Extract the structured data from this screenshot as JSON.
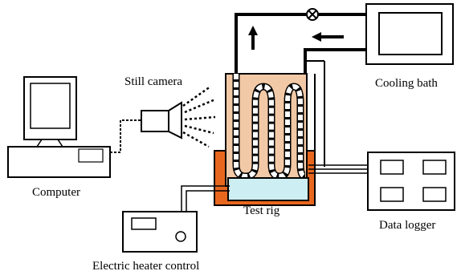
{
  "labels": {
    "still_camera": "Still camera",
    "cooling_bath": "Cooling bath",
    "computer": "Computer",
    "test_rig": "Test rig",
    "data_logger": "Data logger",
    "heater_control": "Electric heater control"
  },
  "colors": {
    "line": "#000000",
    "rig_body": "#f2c9a6",
    "heater": "#e8671e",
    "water_bath": "#cdeef2",
    "tube": "#ffffff"
  }
}
